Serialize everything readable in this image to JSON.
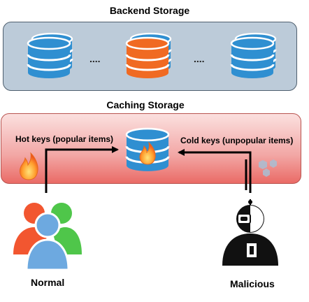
{
  "titles": {
    "backend": "Backend Storage",
    "caching": "Caching Storage"
  },
  "backend": {
    "separator": "....",
    "databases": [
      {
        "name": "database-icon",
        "color": "#2f8fd1"
      },
      {
        "name": "database-icon",
        "color": "#f06a22"
      },
      {
        "name": "database-icon",
        "color": "#2f8fd1"
      }
    ]
  },
  "cache": {
    "hot_label": "Hot keys (popular items)",
    "cold_label": "Cold keys (unpopular items)",
    "icons": [
      "fire-icon",
      "database-fire-icon",
      "scattered-cubes-icon"
    ]
  },
  "actors": {
    "normal": "Normal",
    "malicious": "Malicious"
  },
  "colors": {
    "backend_fill": "#bccbd9",
    "cache_gradient_top": "#fbe0df",
    "cache_gradient_bottom": "#ea6b66",
    "db_blue": "#2f8fd1",
    "db_orange": "#f06a22"
  }
}
